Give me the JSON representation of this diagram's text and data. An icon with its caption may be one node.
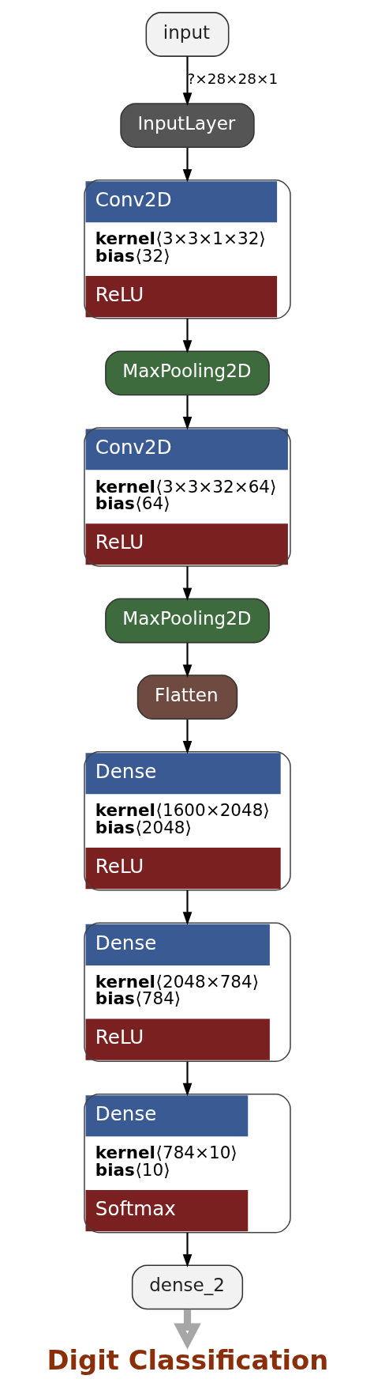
{
  "diagram": {
    "nodes": [
      {
        "text": [
          "input"
        ]
      },
      {
        "text": [
          "InputLayer"
        ]
      },
      {
        "text": [
          "Conv2D",
          "**kernel**⟨3×3×1×32⟩",
          "**bias**⟨32⟩",
          "ReLU"
        ]
      },
      {
        "text": [
          "MaxPooling2D"
        ]
      },
      {
        "text": [
          "Conv2D",
          "**kernel**⟨3×3×32×64⟩",
          "**bias**⟨64⟩",
          "ReLU"
        ]
      },
      {
        "text": [
          "MaxPooling2D"
        ]
      },
      {
        "text": [
          "Flatten"
        ]
      },
      {
        "text": [
          "Dense",
          "**kernel**⟨1600×2048⟩",
          "**bias**⟨2048⟩",
          "ReLU"
        ]
      },
      {
        "text": [
          "Dense",
          "**kernel**⟨2048×784⟩",
          "**bias**⟨784⟩",
          "ReLU"
        ]
      },
      {
        "text": [
          "Dense",
          "**kernel**⟨784×10⟩",
          "**bias**⟨10⟩",
          "Softmax"
        ]
      },
      {
        "text": [
          "dense_2"
        ]
      },
      {
        "text": [
          "Digit Classification"
        ]
      }
    ],
    "edges": [
      {
        "from": 0,
        "to": 1,
        "arrow": "to",
        "label": "?×28×28×1"
      },
      {
        "from": 1,
        "to": 2,
        "arrow": "to"
      },
      {
        "from": 2,
        "to": 3,
        "arrow": "to"
      },
      {
        "from": 3,
        "to": 4,
        "arrow": "to"
      },
      {
        "from": 4,
        "to": 5,
        "arrow": "to"
      },
      {
        "from": 5,
        "to": 6,
        "arrow": "to"
      },
      {
        "from": 6,
        "to": 7,
        "arrow": "to"
      },
      {
        "from": 7,
        "to": 8,
        "arrow": "to"
      },
      {
        "from": 8,
        "to": 9,
        "arrow": "to"
      },
      {
        "from": 9,
        "to": 10,
        "arrow": "to"
      },
      {
        "from": 10,
        "to": 11,
        "arrow": "to",
        "style": "thick",
        "color": "#a6a6a6"
      }
    ]
  }
}
